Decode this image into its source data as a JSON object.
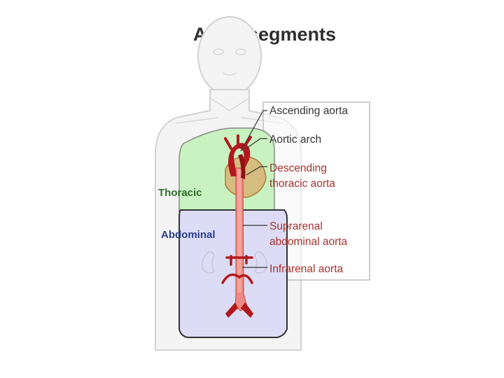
{
  "title": "Aorta segments",
  "regions": {
    "thoracic": "Thoracic",
    "abdominal": "Abdominal"
  },
  "labels": {
    "ascending": "Ascending aorta",
    "arch": "Aortic arch",
    "descending_1": "Descending",
    "descending_2": "thoracic aorta",
    "suprarenal_1": "Suprarenal",
    "suprarenal_2": "abdominal aorta",
    "infrarenal": "Infrarenal aorta"
  },
  "colors": {
    "thoracic_fill": "#c8f2c0",
    "abdominal_fill": "#dcdcf6",
    "aorta_dark": "#b3191c",
    "aorta_light": "#ee8a82",
    "heart": "#d9a96a",
    "label_dark": "#333333",
    "label_red": "#a8322d",
    "thoracic_text": "#2e6b2a",
    "abdominal_text": "#2a3f8f",
    "body_outline": "#d6d6d6"
  }
}
